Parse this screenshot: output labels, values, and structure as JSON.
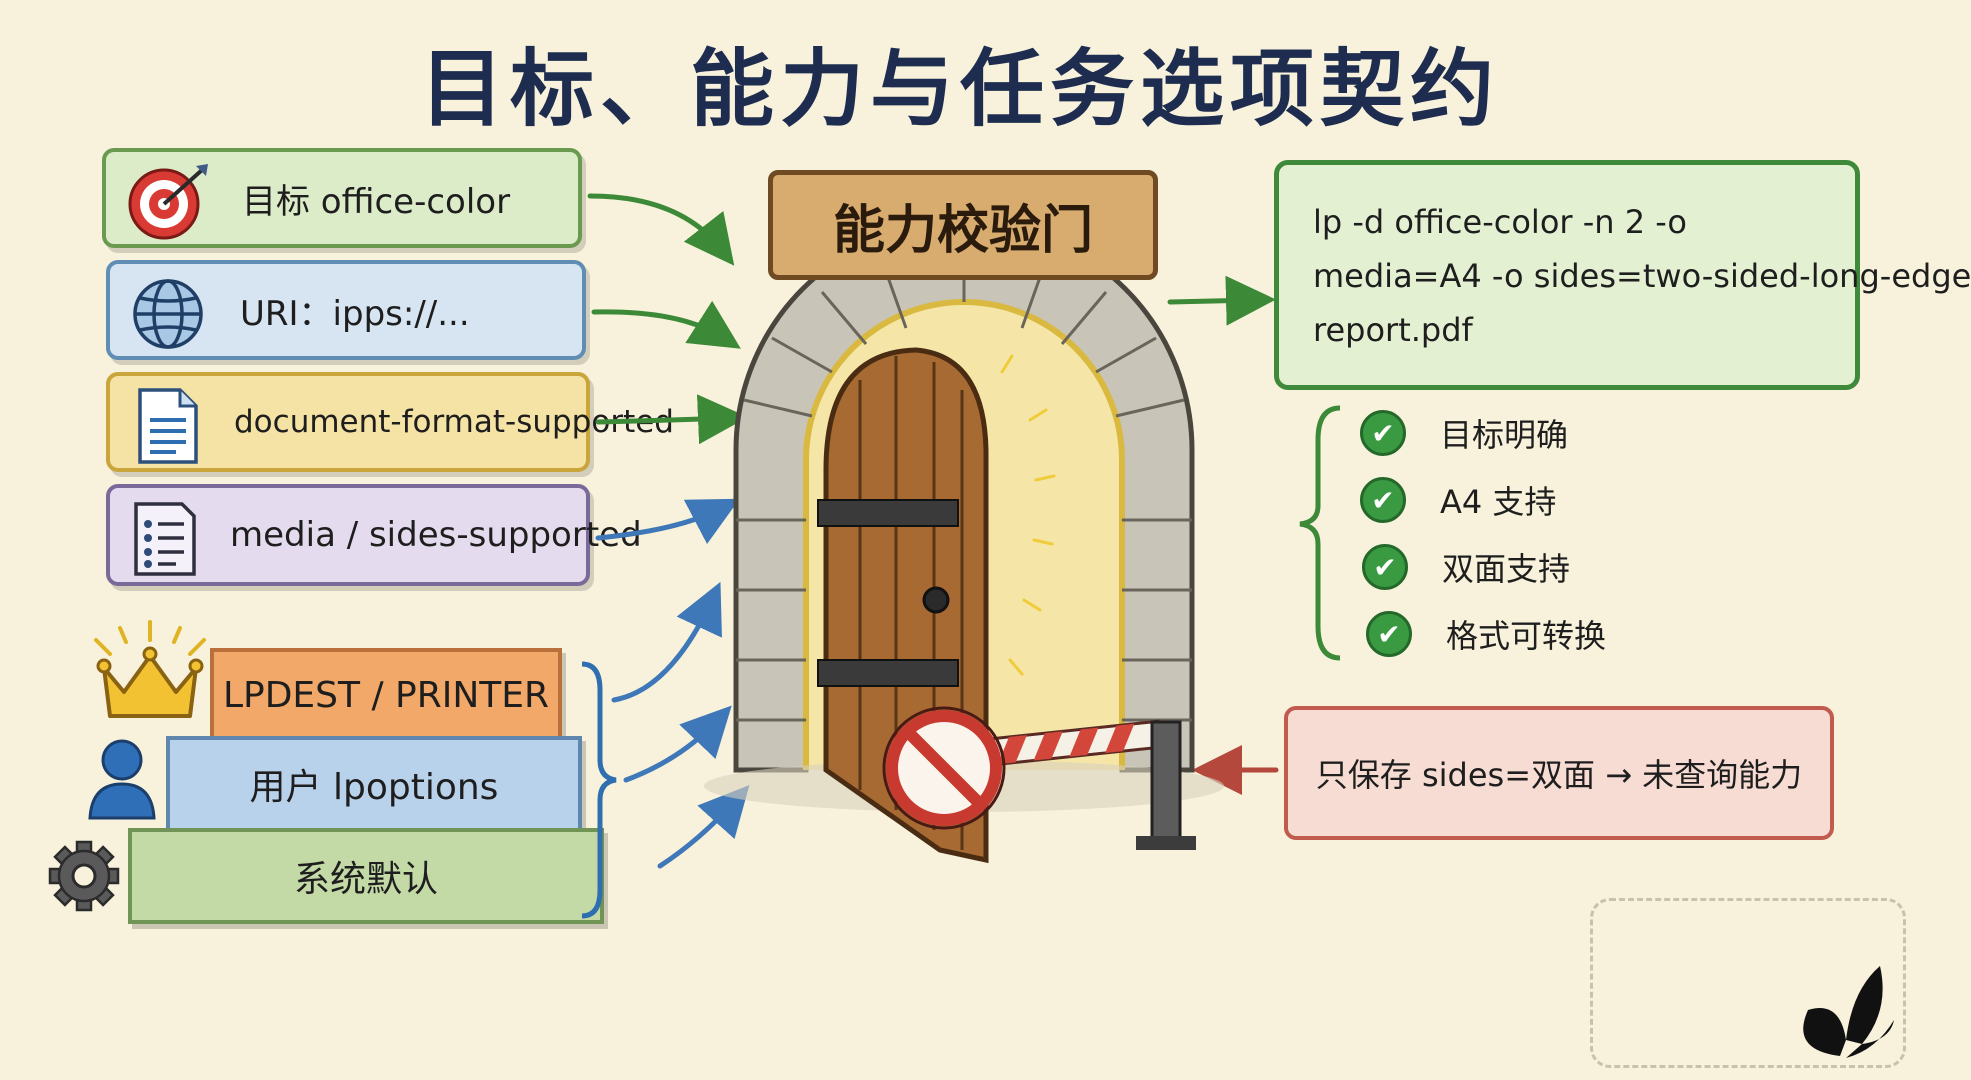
{
  "title": "目标、能力与任务选项契约",
  "sources": [
    {
      "id": "target",
      "label": "目标  office-color",
      "icon": "target-icon"
    },
    {
      "id": "uri",
      "label": "URI：ipps://...",
      "icon": "globe-icon"
    },
    {
      "id": "doc",
      "label": "document-format-supported",
      "icon": "document-icon"
    },
    {
      "id": "media",
      "label": "media / sides-supported",
      "icon": "checklist-icon"
    }
  ],
  "option_stack": [
    {
      "label": "LPDEST / PRINTER",
      "icon": "crown-icon"
    },
    {
      "label": "用户  lpoptions",
      "icon": "user-icon"
    },
    {
      "label": "系统默认",
      "icon": "gear-icon"
    }
  ],
  "gate": {
    "label": "能力校验门"
  },
  "command": {
    "lines": [
      "lp -d office-color -n 2 -o",
      "media=A4 -o sides=two-sided-long-edge",
      "report.pdf"
    ]
  },
  "checks": [
    "目标明确",
    "A4 支持",
    "双面支持",
    "格式可转换"
  ],
  "warning": "只保存 sides=双面 → 未查询能力",
  "colors": {
    "green_arrow": "#3c8a38",
    "blue_arrow": "#3f78b8",
    "red_arrow": "#b5483c",
    "title": "#1e2d4f"
  }
}
